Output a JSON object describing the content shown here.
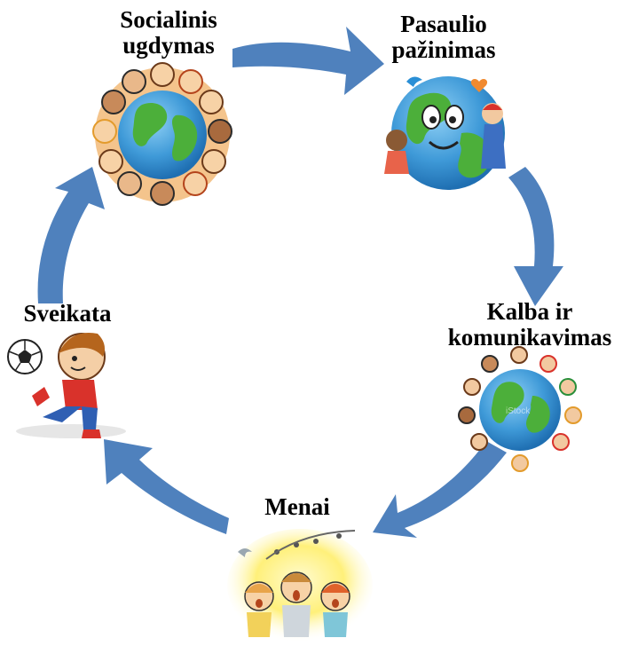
{
  "diagram": {
    "nodes": [
      {
        "id": "socialinis",
        "lines": [
          "Socialinis",
          "ugdymas"
        ],
        "picture": "children-around-globe"
      },
      {
        "id": "pasaulio",
        "lines": [
          "Pasaulio",
          "pažinimas"
        ],
        "picture": "smiling-globe-with-children"
      },
      {
        "id": "kalba",
        "lines": [
          "Kalba ir",
          "komunikavimas"
        ],
        "picture": "children-around-globe"
      },
      {
        "id": "menai",
        "lines": [
          "Menai"
        ],
        "picture": "singing-children"
      },
      {
        "id": "sveikata",
        "lines": [
          "Sveikata"
        ],
        "picture": "boy-kicking-ball"
      }
    ],
    "cycle": [
      "socialinis",
      "pasaulio",
      "kalba",
      "menai",
      "sveikata",
      "socialinis"
    ],
    "arrow_color": "#4F81BD",
    "watermark": "iStock"
  }
}
